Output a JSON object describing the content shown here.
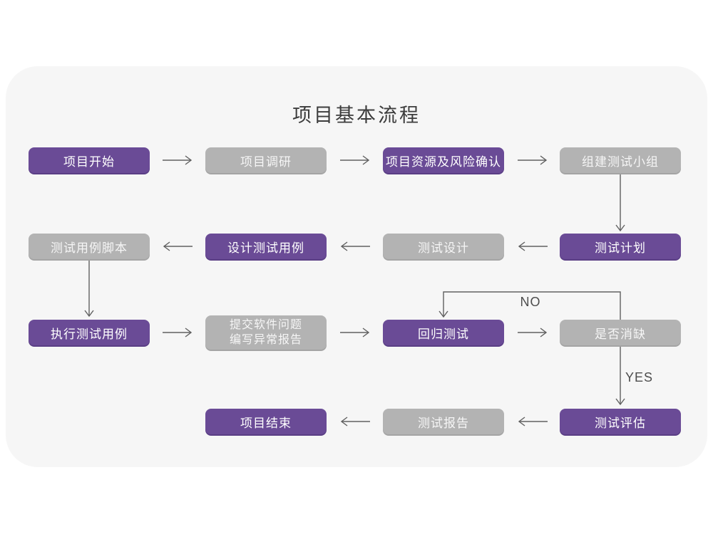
{
  "title": "项目基本流程",
  "colors": {
    "canvas_background": "#ffffff",
    "card_background": "#f6f6f6",
    "node_purple": "#6a4b96",
    "node_purple_edge": "#5a3e85",
    "node_gray": "#b3b3b3",
    "node_gray_edge": "#a4a4a4",
    "node_text": "#ffffff",
    "arrow": "#606060",
    "title_text": "#3c3c3c",
    "edge_label_text": "#4d4d4d"
  },
  "nodes": [
    {
      "id": "project-start",
      "label": "项目开始",
      "variant": "purple",
      "row": 1,
      "col": 1
    },
    {
      "id": "project-research",
      "label": "项目调研",
      "variant": "gray",
      "row": 1,
      "col": 2
    },
    {
      "id": "resources-risk-confirm",
      "label": "项目资源及风险确认",
      "variant": "purple",
      "row": 1,
      "col": 3
    },
    {
      "id": "form-test-team",
      "label": "组建测试小组",
      "variant": "gray",
      "row": 1,
      "col": 4
    },
    {
      "id": "test-case-script",
      "label": "测试用例脚本",
      "variant": "gray",
      "row": 2,
      "col": 1
    },
    {
      "id": "design-test-case",
      "label": "设计测试用例",
      "variant": "purple",
      "row": 2,
      "col": 2
    },
    {
      "id": "test-design",
      "label": "测试设计",
      "variant": "gray",
      "row": 2,
      "col": 3
    },
    {
      "id": "test-plan",
      "label": "测试计划",
      "variant": "purple",
      "row": 2,
      "col": 4
    },
    {
      "id": "execute-test-case",
      "label": "执行测试用例",
      "variant": "purple",
      "row": 3,
      "col": 1
    },
    {
      "id": "submit-issue-report",
      "label": "提交软件问题\n编写异常报告",
      "variant": "gray",
      "row": 3,
      "col": 2
    },
    {
      "id": "regression-test",
      "label": "回归测试",
      "variant": "purple",
      "row": 3,
      "col": 3
    },
    {
      "id": "defect-cleared",
      "label": "是否消缺",
      "variant": "gray",
      "row": 3,
      "col": 4
    },
    {
      "id": "project-end",
      "label": "项目结束",
      "variant": "purple",
      "row": 4,
      "col": 2
    },
    {
      "id": "test-report",
      "label": "测试报告",
      "variant": "gray",
      "row": 4,
      "col": 3
    },
    {
      "id": "test-evaluation",
      "label": "测试评估",
      "variant": "purple",
      "row": 4,
      "col": 4
    }
  ],
  "edges": [
    {
      "from": "project-start",
      "to": "project-research",
      "label": ""
    },
    {
      "from": "project-research",
      "to": "resources-risk-confirm",
      "label": ""
    },
    {
      "from": "resources-risk-confirm",
      "to": "form-test-team",
      "label": ""
    },
    {
      "from": "form-test-team",
      "to": "test-plan",
      "label": ""
    },
    {
      "from": "test-plan",
      "to": "test-design",
      "label": ""
    },
    {
      "from": "test-design",
      "to": "design-test-case",
      "label": ""
    },
    {
      "from": "design-test-case",
      "to": "test-case-script",
      "label": ""
    },
    {
      "from": "test-case-script",
      "to": "execute-test-case",
      "label": ""
    },
    {
      "from": "execute-test-case",
      "to": "submit-issue-report",
      "label": ""
    },
    {
      "from": "submit-issue-report",
      "to": "regression-test",
      "label": ""
    },
    {
      "from": "regression-test",
      "to": "defect-cleared",
      "label": ""
    },
    {
      "from": "defect-cleared",
      "to": "regression-test",
      "label": "NO"
    },
    {
      "from": "defect-cleared",
      "to": "test-evaluation",
      "label": "YES"
    },
    {
      "from": "test-evaluation",
      "to": "test-report",
      "label": ""
    },
    {
      "from": "test-report",
      "to": "project-end",
      "label": ""
    }
  ],
  "edge_labels": {
    "no": "NO",
    "yes": "YES"
  }
}
